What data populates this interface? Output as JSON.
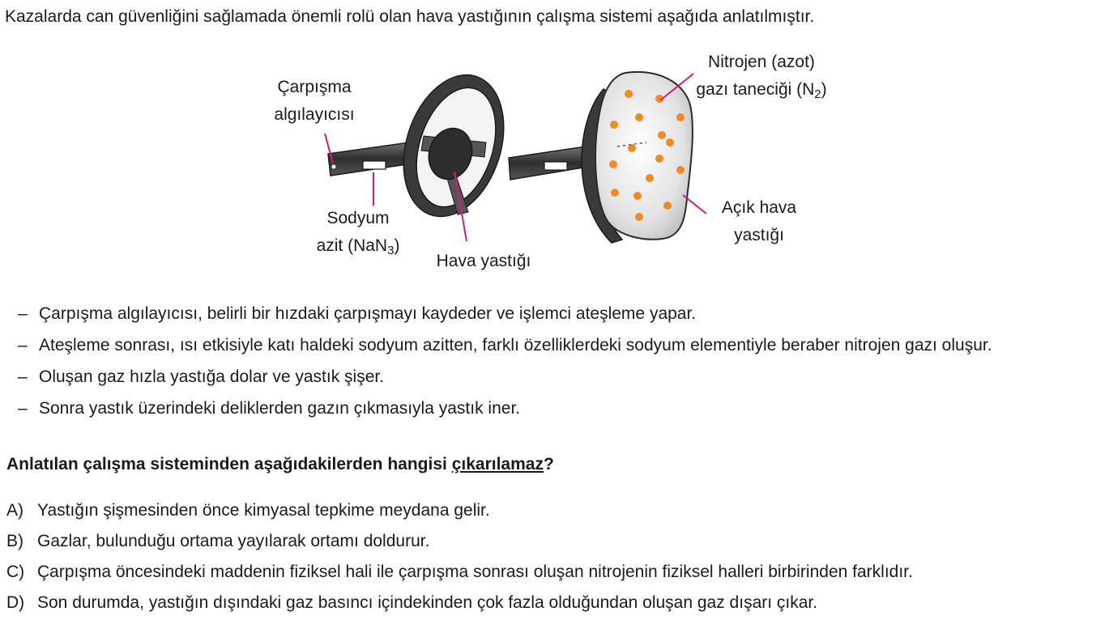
{
  "intro": "Kazalarda can güvenliğini sağlamada önemli rolü olan hava yastığının çalışma sistemi aşağıda anlatılmıştır.",
  "figure": {
    "label_sensor_line1": "Çarpışma",
    "label_sensor_line2": "algılayıcısı",
    "label_azide_line1": "Sodyum",
    "label_azide_line2_prefix": "azit (NaN",
    "label_azide_line2_sub": "3",
    "label_azide_line2_suffix": ")",
    "label_airbag": "Hava yastığı",
    "label_gas_line1": "Nitrojen (azot)",
    "label_gas_line2_prefix": "gazı taneciği (N",
    "label_gas_line2_sub": "2",
    "label_gas_line2_suffix": ")",
    "label_open_line1": "Açık hava",
    "label_open_line2": "yastığı",
    "colors": {
      "pointer": "#d81b7a",
      "gas_dot": "#f08a24",
      "wheel": "#3a3a3a"
    }
  },
  "bullets": [
    "Çarpışma algılayıcısı, belirli bir hızdaki çarpışmayı kaydeder ve işlemci ateşleme yapar.",
    "Ateşleme sonrası, ısı etkisiyle katı haldeki sodyum azitten, farklı özelliklerdeki sodyum elementiyle beraber nitrojen gazı oluşur.",
    "Oluşan gaz hızla yastığa dolar ve yastık şişer.",
    "Sonra yastık üzerindeki deliklerden gazın çıkmasıyla yastık iner."
  ],
  "bullet_dash": "–",
  "question": {
    "prefix": "Anlatılan çalışma sisteminden aşağıdakilerden hangisi ",
    "underlined": "çıkarılamaz",
    "suffix": "?"
  },
  "options": [
    {
      "letter": "A)",
      "text": "Yastığın şişmesinden önce kimyasal tepkime meydana gelir."
    },
    {
      "letter": "B)",
      "text": "Gazlar, bulunduğu ortama yayılarak ortamı doldurur."
    },
    {
      "letter": "C)",
      "text": "Çarpışma öncesindeki maddenin fiziksel hali ile çarpışma sonrası oluşan nitrojenin fiziksel halleri birbirinden farklıdır."
    },
    {
      "letter": "D)",
      "text": "Son durumda, yastığın dışındaki gaz basıncı içindekinden çok fazla olduğundan oluşan gaz dışarı çıkar."
    }
  ]
}
